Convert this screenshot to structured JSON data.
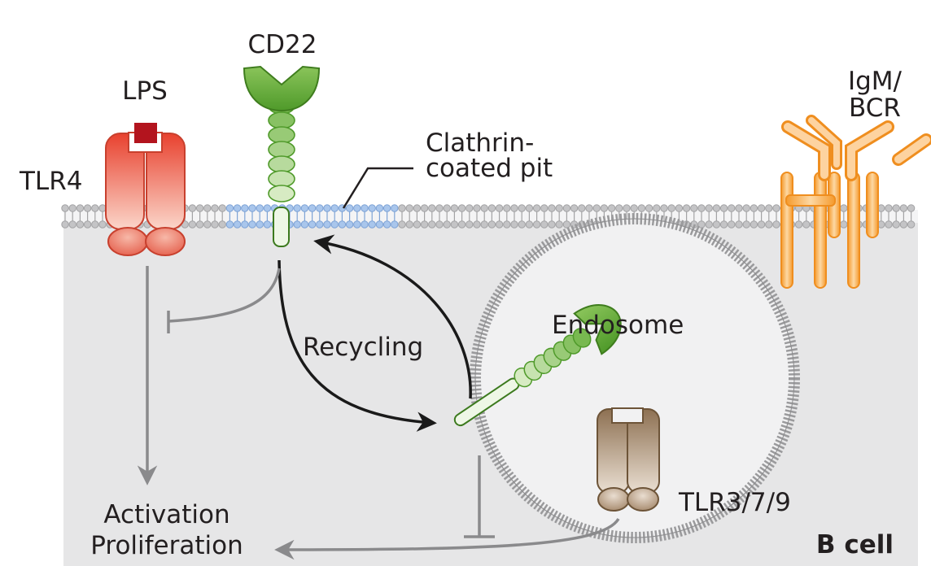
{
  "labels": {
    "cd22": "CD22",
    "lps": "LPS",
    "tlr4": "TLR4",
    "clathrin_line1": "Clathrin-",
    "clathrin_line2": "coated pit",
    "igm_line1": "IgM/",
    "igm_line2": "BCR",
    "endosome": "Endosome",
    "recycling": "Recycling",
    "tlr379": "TLR3/7/9",
    "activation": "Activation",
    "proliferation": "Proliferation",
    "bcell": "B cell"
  },
  "colors": {
    "cytoplasm": "#e6e6e7",
    "lipid_head": "#c4c4c6",
    "pit_head": "#a9c6ec",
    "tlr4": "#e8533f",
    "cd22": "#6fb43d",
    "bcr": "#f7a541",
    "tlr379": "#a88a6a",
    "arrow_dark": "#1a1a1a",
    "arrow_grey": "#8a8a8c"
  }
}
